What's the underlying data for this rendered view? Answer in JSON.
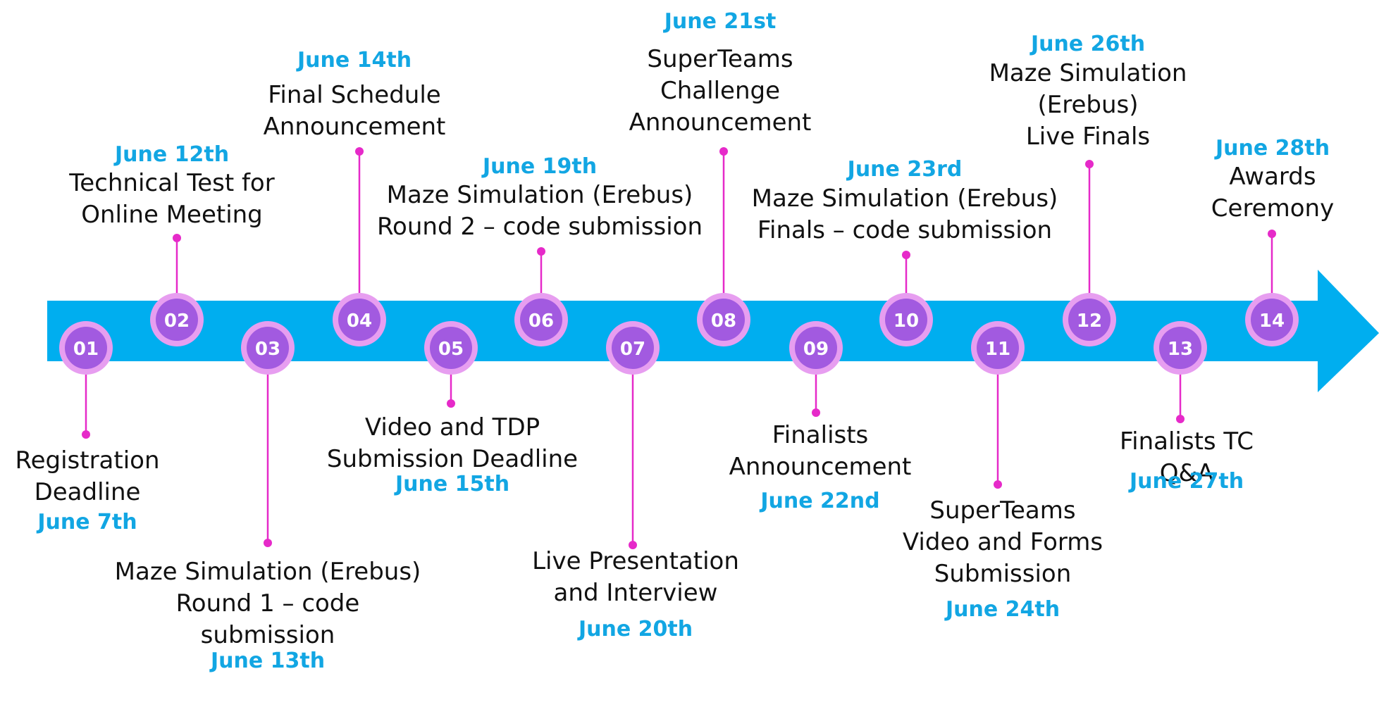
{
  "colors": {
    "arrow": "#00aeef",
    "milestone_outer": "#e79ef0",
    "milestone_inner": "#a25ae0",
    "connector": "#e62ac9",
    "date_text": "#12a6e3",
    "label_text": "#111111"
  },
  "events": [
    {
      "num": "01",
      "label": "Registration\nDeadline",
      "date": "June 7th"
    },
    {
      "num": "02",
      "label": "Technical Test for\nOnline Meeting",
      "date": "June 12th"
    },
    {
      "num": "03",
      "label": "Maze Simulation (Erebus)\nRound 1 – code\nsubmission",
      "date": "June 13th"
    },
    {
      "num": "04",
      "label": "Final Schedule\nAnnouncement",
      "date": "June 14th"
    },
    {
      "num": "05",
      "label": "Video and TDP\nSubmission Deadline",
      "date": "June 15th"
    },
    {
      "num": "06",
      "label": "Maze Simulation (Erebus)\nRound 2 – code submission",
      "date": "June 19th"
    },
    {
      "num": "07",
      "label": "Live Presentation\nand Interview",
      "date": "June 20th"
    },
    {
      "num": "08",
      "label": "SuperTeams\nChallenge\nAnnouncement",
      "date": "June 21st"
    },
    {
      "num": "09",
      "label": "Finalists\nAnnouncement",
      "date": "June 22nd"
    },
    {
      "num": "10",
      "label": "Maze Simulation (Erebus)\nFinals – code submission",
      "date": "June 23rd"
    },
    {
      "num": "11",
      "label": "SuperTeams\nVideo and Forms\nSubmission",
      "date": "June 24th"
    },
    {
      "num": "12",
      "label": "Maze Simulation\n(Erebus)\nLive Finals",
      "date": "June 26th"
    },
    {
      "num": "13",
      "label": "Finalists TC Q&A",
      "date": "June 27th"
    },
    {
      "num": "14",
      "label": "Awards\nCeremony",
      "date": "June 28th"
    }
  ]
}
